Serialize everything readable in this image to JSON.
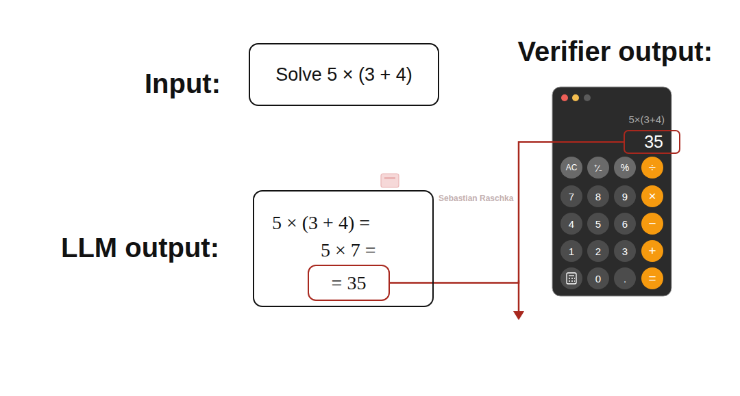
{
  "diagram": {
    "nodes": [
      {
        "text": [
          "Solve 5 × (3 + 4)"
        ]
      },
      {
        "text": [
          "5 × (3 + 4) =",
          "5 × 7 ="
        ]
      },
      {
        "text": [
          "= 35"
        ],
        "in": 1
      },
      {
        "text": [
          "35"
        ]
      }
    ],
    "edges": [
      {
        "from": 2,
        "to": 3,
        "arrow": "none"
      }
    ],
    "labels": [
      "Input:",
      "Verifier output:",
      "LLM output:",
      "5×(3+4)",
      "AC",
      "⁺∕₋",
      "%",
      "÷",
      "7",
      "8",
      "9",
      "×",
      "4",
      "5",
      "6",
      "−",
      "1",
      "2",
      "3",
      "+",
      "0",
      ".",
      "=",
      "Sebastian Raschka"
    ]
  }
}
